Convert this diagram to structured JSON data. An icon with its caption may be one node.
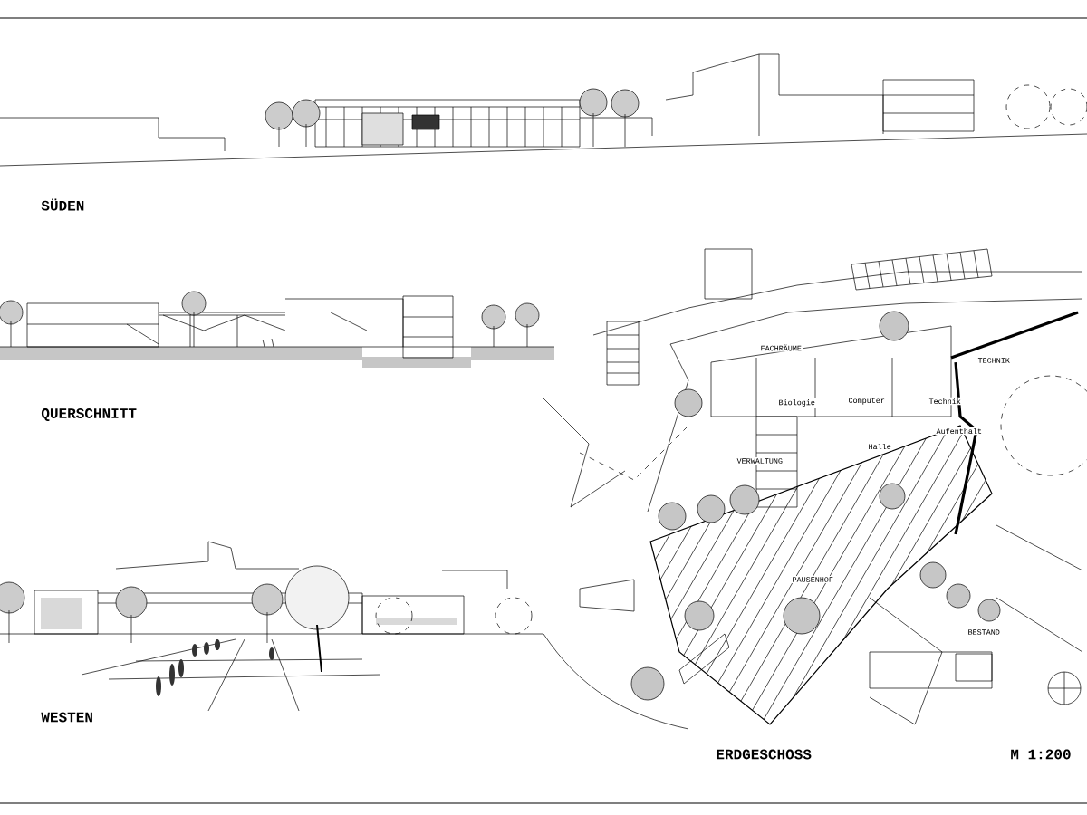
{
  "diagram": {
    "labels": [
      "SÜDEN",
      "QUERSCHNITT",
      "WESTEN",
      "ERDGESCHOSS",
      "M 1:200",
      "FACHRÄUME",
      "Biologie",
      "Computer",
      "Technik",
      "TECHNIK",
      "VERWALTUNG",
      "Halle",
      "Aufenthalt",
      "PAUSENHOF",
      "BESTAND"
    ]
  }
}
